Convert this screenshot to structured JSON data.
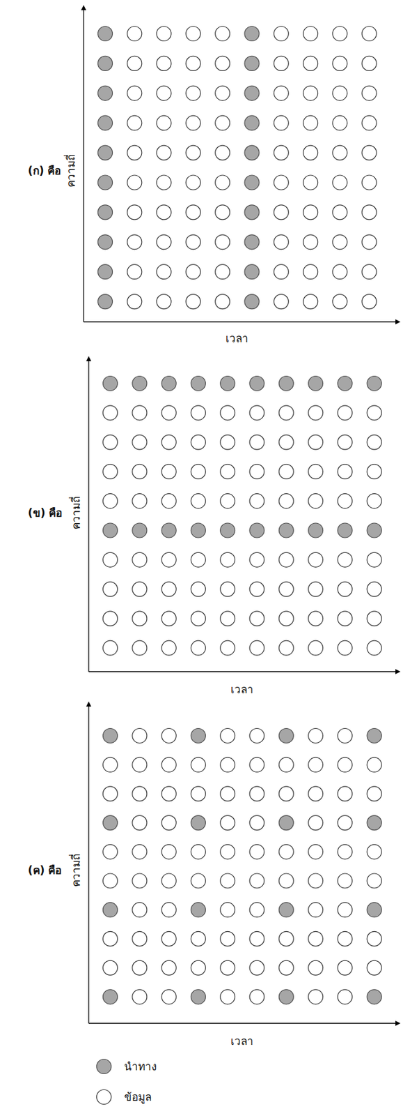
{
  "diagram": {
    "labels": [
      "(ก) คือ",
      "ความถี่",
      "เวลา",
      "(ข) คือ",
      "ความถี่",
      "เวลา",
      "(ค) คือ",
      "ความถี่",
      "เวลา"
    ],
    "legend": [
      {
        "text": "นำทาง",
        "color": "#a6a6a6"
      },
      {
        "text": "ข้อมูล",
        "color": "#ffffff"
      }
    ]
  }
}
